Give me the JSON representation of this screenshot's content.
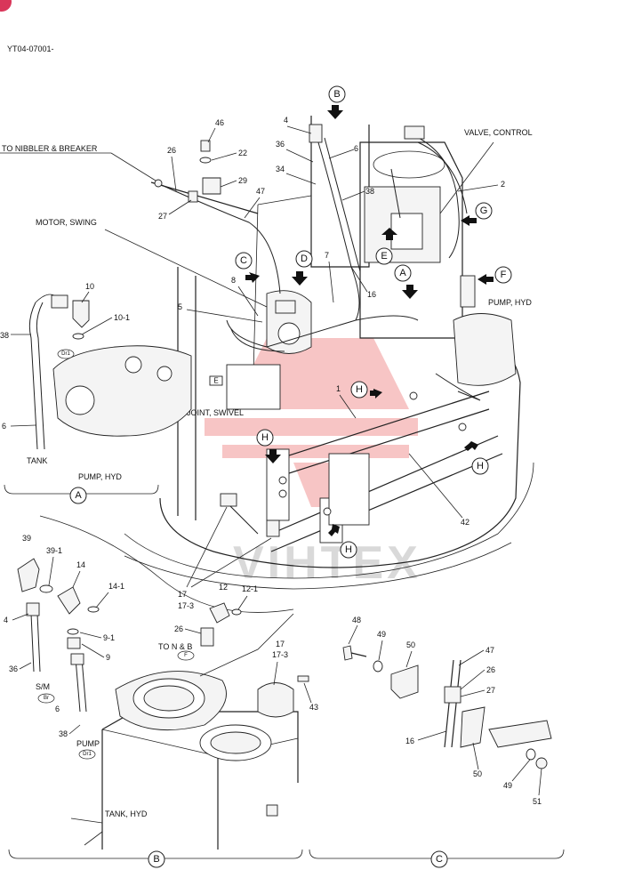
{
  "doc_code": "YT04-07001-",
  "watermark": "VIHTEX",
  "labels": {
    "to_nibbler": "TO NIBBLER & BREAKER",
    "motor_swing": "MOTOR, SWING",
    "valve_control": "VALVE, CONTROL",
    "pump_hyd_right": "PUMP, HYD",
    "joint_swivel": "JOINT, SWIVEL",
    "tank_left": "TANK",
    "pump_hyd_a": "PUMP, HYD",
    "to_n_b": "TO N & B",
    "sm": "S/M",
    "pump_b": "PUMP",
    "tank_hyd": "TANK, HYD"
  },
  "tags": {
    "br": "Br",
    "e": "E",
    "f": "F",
    "dr": "Dr1"
  },
  "callouts": {
    "A": "A",
    "B": "B",
    "C": "C",
    "D": "D",
    "E": "E",
    "F": "F",
    "G": "G",
    "H": "H"
  },
  "detail_titles": {
    "a": "A",
    "b": "B",
    "c": "C"
  },
  "part_numbers": {
    "p46": "46",
    "p22": "22",
    "p29": "29",
    "p26": "26",
    "p27": "27",
    "p47": "47",
    "p4": "4",
    "p36": "36",
    "p6": "6",
    "p34": "34",
    "p38": "38",
    "p2": "2",
    "p8": "8",
    "p5": "5",
    "p7": "7",
    "p16": "16",
    "p1": "1",
    "p42": "42",
    "p10": "10",
    "p10_1": "10-1",
    "p38a": "38",
    "p6a": "6",
    "p17": "17",
    "p17_3": "17-3",
    "p39": "39",
    "p39_1": "39-1",
    "p14": "14",
    "p14_1": "14-1",
    "p12": "12",
    "p12_1": "12-1",
    "p9_1": "9-1",
    "p9": "9",
    "p26b": "26",
    "p4b": "4",
    "p36b": "36",
    "p6b": "6",
    "p38b": "38",
    "p17b": "17",
    "p17_3b": "17-3",
    "p43": "43",
    "p48": "48",
    "p49": "49",
    "p50": "50",
    "p47c": "47",
    "p26c": "26",
    "p27c": "27",
    "p16c": "16",
    "p50c": "50",
    "p49c": "49",
    "p51": "51"
  }
}
